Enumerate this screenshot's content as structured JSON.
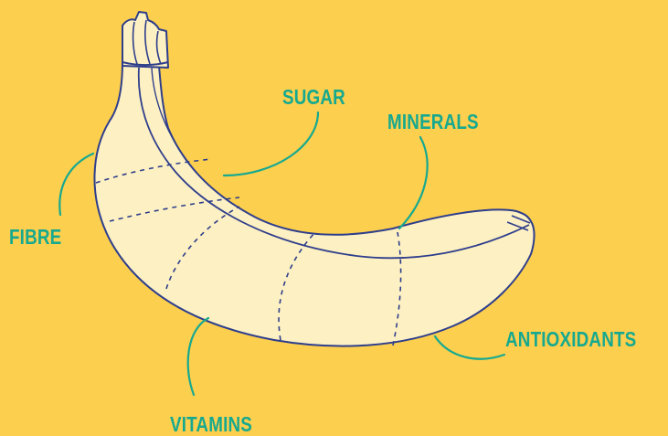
{
  "diagram": {
    "background_color": "#FCCF4E",
    "label_color": "#17A98F",
    "outline_color": "#2E3E8C",
    "peel_color": "#FDF0C2",
    "labels": {
      "sugar": "SUGAR",
      "minerals": "MINERALS",
      "fibre": "FIBRE",
      "antioxidants": "ANTIOXIDANTS",
      "vitamins": "VITAMINS"
    }
  }
}
